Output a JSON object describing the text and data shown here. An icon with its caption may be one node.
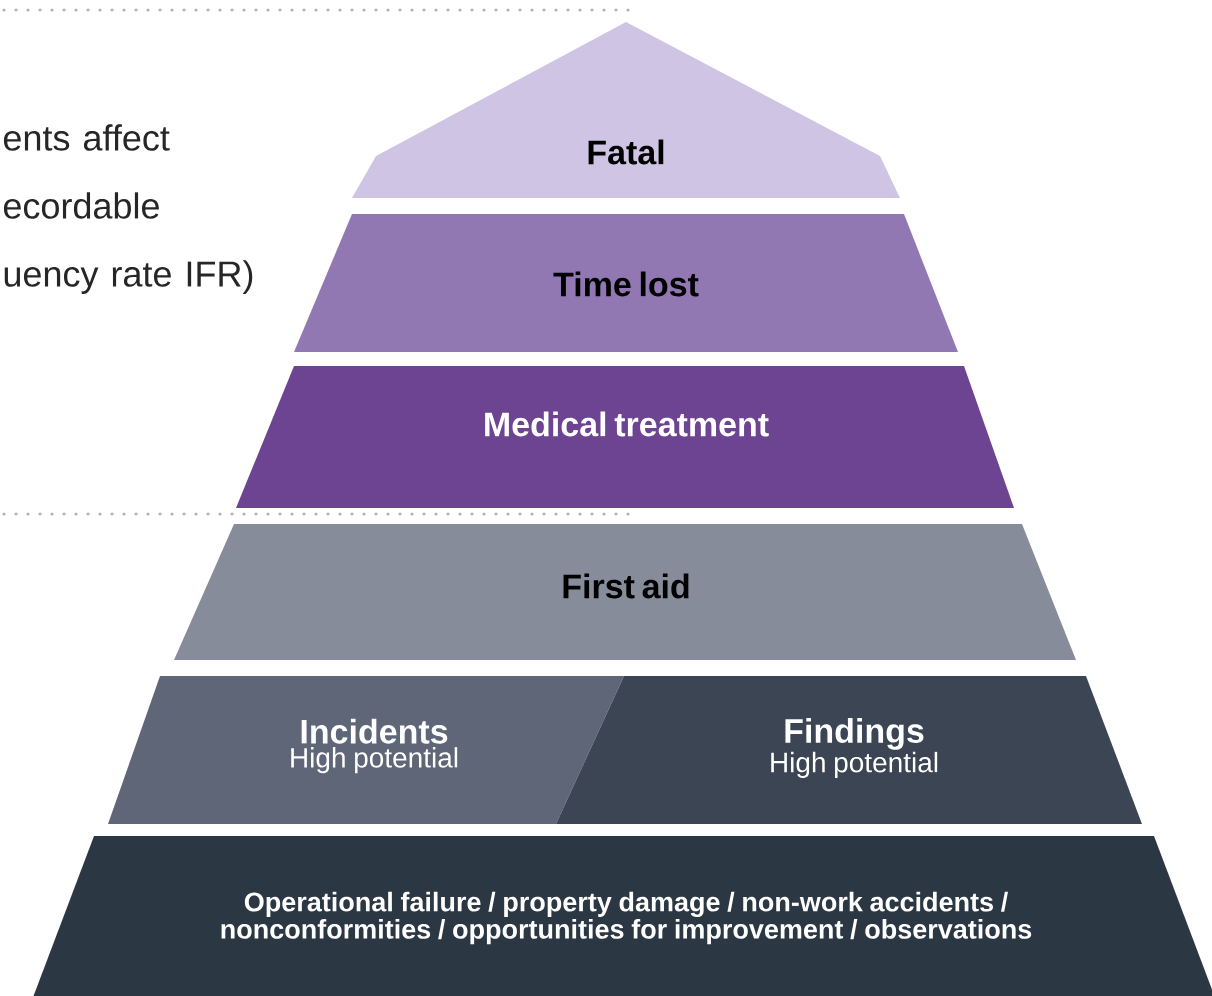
{
  "diagram": {
    "nodes": [
      {
        "text": [
          "Fatal"
        ]
      },
      {
        "text": [
          "Time lost"
        ]
      },
      {
        "text": [
          "Medical treatment"
        ]
      },
      {
        "text": [
          "First aid"
        ]
      },
      {
        "text": [
          "Incidents",
          "High potential"
        ]
      },
      {
        "text": [
          "Findings",
          "High potential"
        ]
      },
      {
        "text": [
          "Operational failure / property damage / non-work accidents / nonconformities / opportunities for improvement / observations"
        ]
      }
    ],
    "labels": [
      "ents affect ecordable uency rate IFR)"
    ]
  }
}
